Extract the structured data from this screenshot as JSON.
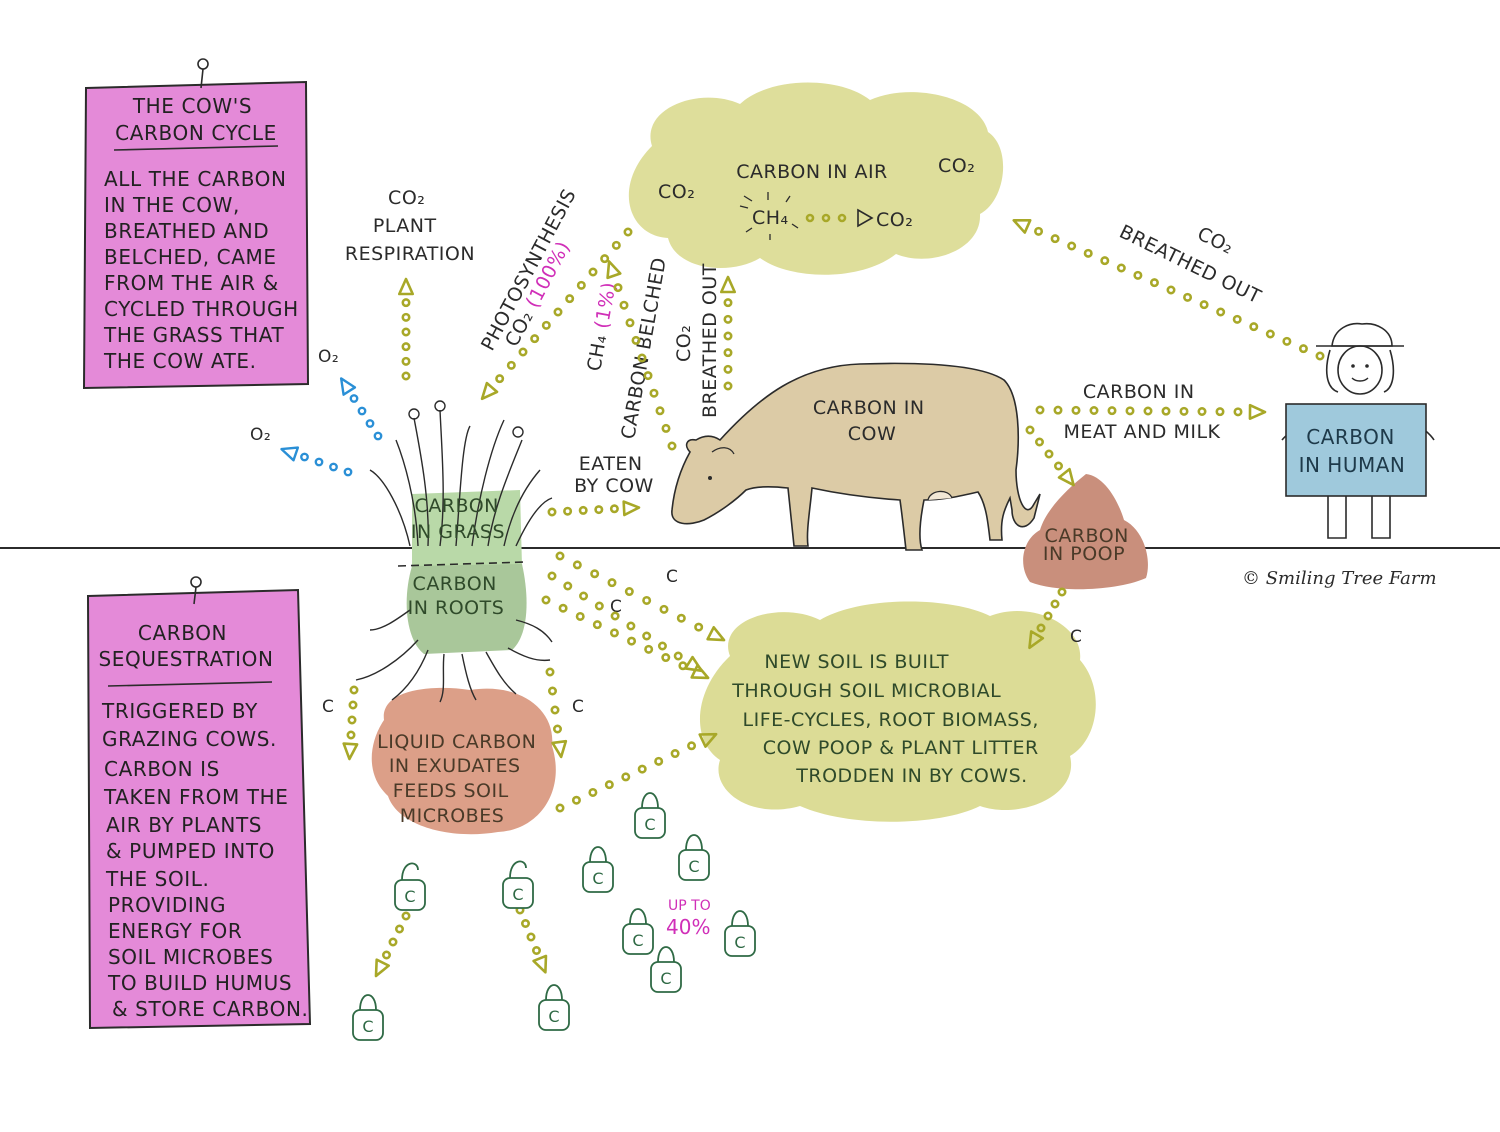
{
  "colors": {
    "note_pink": "#e48ad8",
    "cloud_yellow": "#dcdc96",
    "grass_green": "#b9d9a8",
    "roots_green": "#a9c79a",
    "cow_tan": "#dccba6",
    "poop_brown": "#c98f7c",
    "exudate_pink": "#dc9f88",
    "human_blue": "#9fc9dc",
    "arrow_olive": "#a8a828",
    "arrow_blue": "#2a8fd6",
    "highlight_magenta": "#d02fb8",
    "lock_green": "#2f6a45"
  },
  "note_cycle": {
    "title": [
      "THE COW'S",
      "CARBON CYCLE"
    ],
    "body": [
      "ALL THE CARBON",
      "IN THE COW,",
      "BREATHED AND",
      "BELCHED, CAME",
      "FROM THE AIR &",
      "CYCLED THROUGH",
      "THE GRASS THAT",
      "THE COW ATE."
    ]
  },
  "note_sequestration": {
    "title": [
      "CARBON",
      "SEQUESTRATION"
    ],
    "body": [
      "TRIGGERED BY",
      "GRAZING COWS.",
      "CARBON IS",
      "TAKEN FROM THE",
      "AIR BY PLANTS",
      "& PUMPED INTO",
      "THE SOIL.",
      "PROVIDING",
      "ENERGY FOR",
      "SOIL MICROBES",
      "TO BUILD HUMUS",
      "& STORE CARBON."
    ]
  },
  "air": {
    "title": "CARBON IN AIR",
    "co2_left": "CO₂",
    "co2_right": "CO₂",
    "ch4": "CH₄",
    "co2_product": "CO₂"
  },
  "grass": [
    "CARBON",
    "IN GRASS"
  ],
  "roots": [
    "CARBON",
    "IN ROOTS"
  ],
  "cow": [
    "CARBON IN",
    "COW"
  ],
  "poop": [
    "CARBON",
    "IN POOP"
  ],
  "human": [
    "CARBON",
    "IN HUMAN"
  ],
  "exudates": [
    "LIQUID CARBON",
    "IN EXUDATES",
    "FEEDS SOIL",
    "MICROBES"
  ],
  "soil": [
    "NEW SOIL IS BUILT",
    "THROUGH SOIL MICROBIAL",
    "LIFE-CYCLES, ROOT BIOMASS,",
    "COW POOP & PLANT LITTER",
    "TRODDEN IN BY COWS."
  ],
  "flows": {
    "respiration": [
      "CO₂",
      "PLANT",
      "RESPIRATION"
    ],
    "photosynthesis_co2": "CO₂",
    "photosynthesis_pct": "(100%)",
    "photosynthesis": "PHOTOSYNTHESIS",
    "ch4": "CH₄",
    "ch4_pct": "(1%)",
    "belched": "CARBON BELCHED",
    "cow_breath_co2": "CO₂",
    "cow_breath": "BREATHED OUT",
    "human_breath_co2": "CO₂",
    "human_breath": "BREATHED OUT",
    "eaten": [
      "EATEN",
      "BY COW"
    ],
    "meat": [
      "CARBON IN",
      "MEAT AND MILK"
    ],
    "o2": "O₂",
    "c": "C",
    "up_to": "UP TO",
    "up_to_pct": "40%",
    "lock_c": "C"
  },
  "credit": "© Smiling Tree Farm"
}
